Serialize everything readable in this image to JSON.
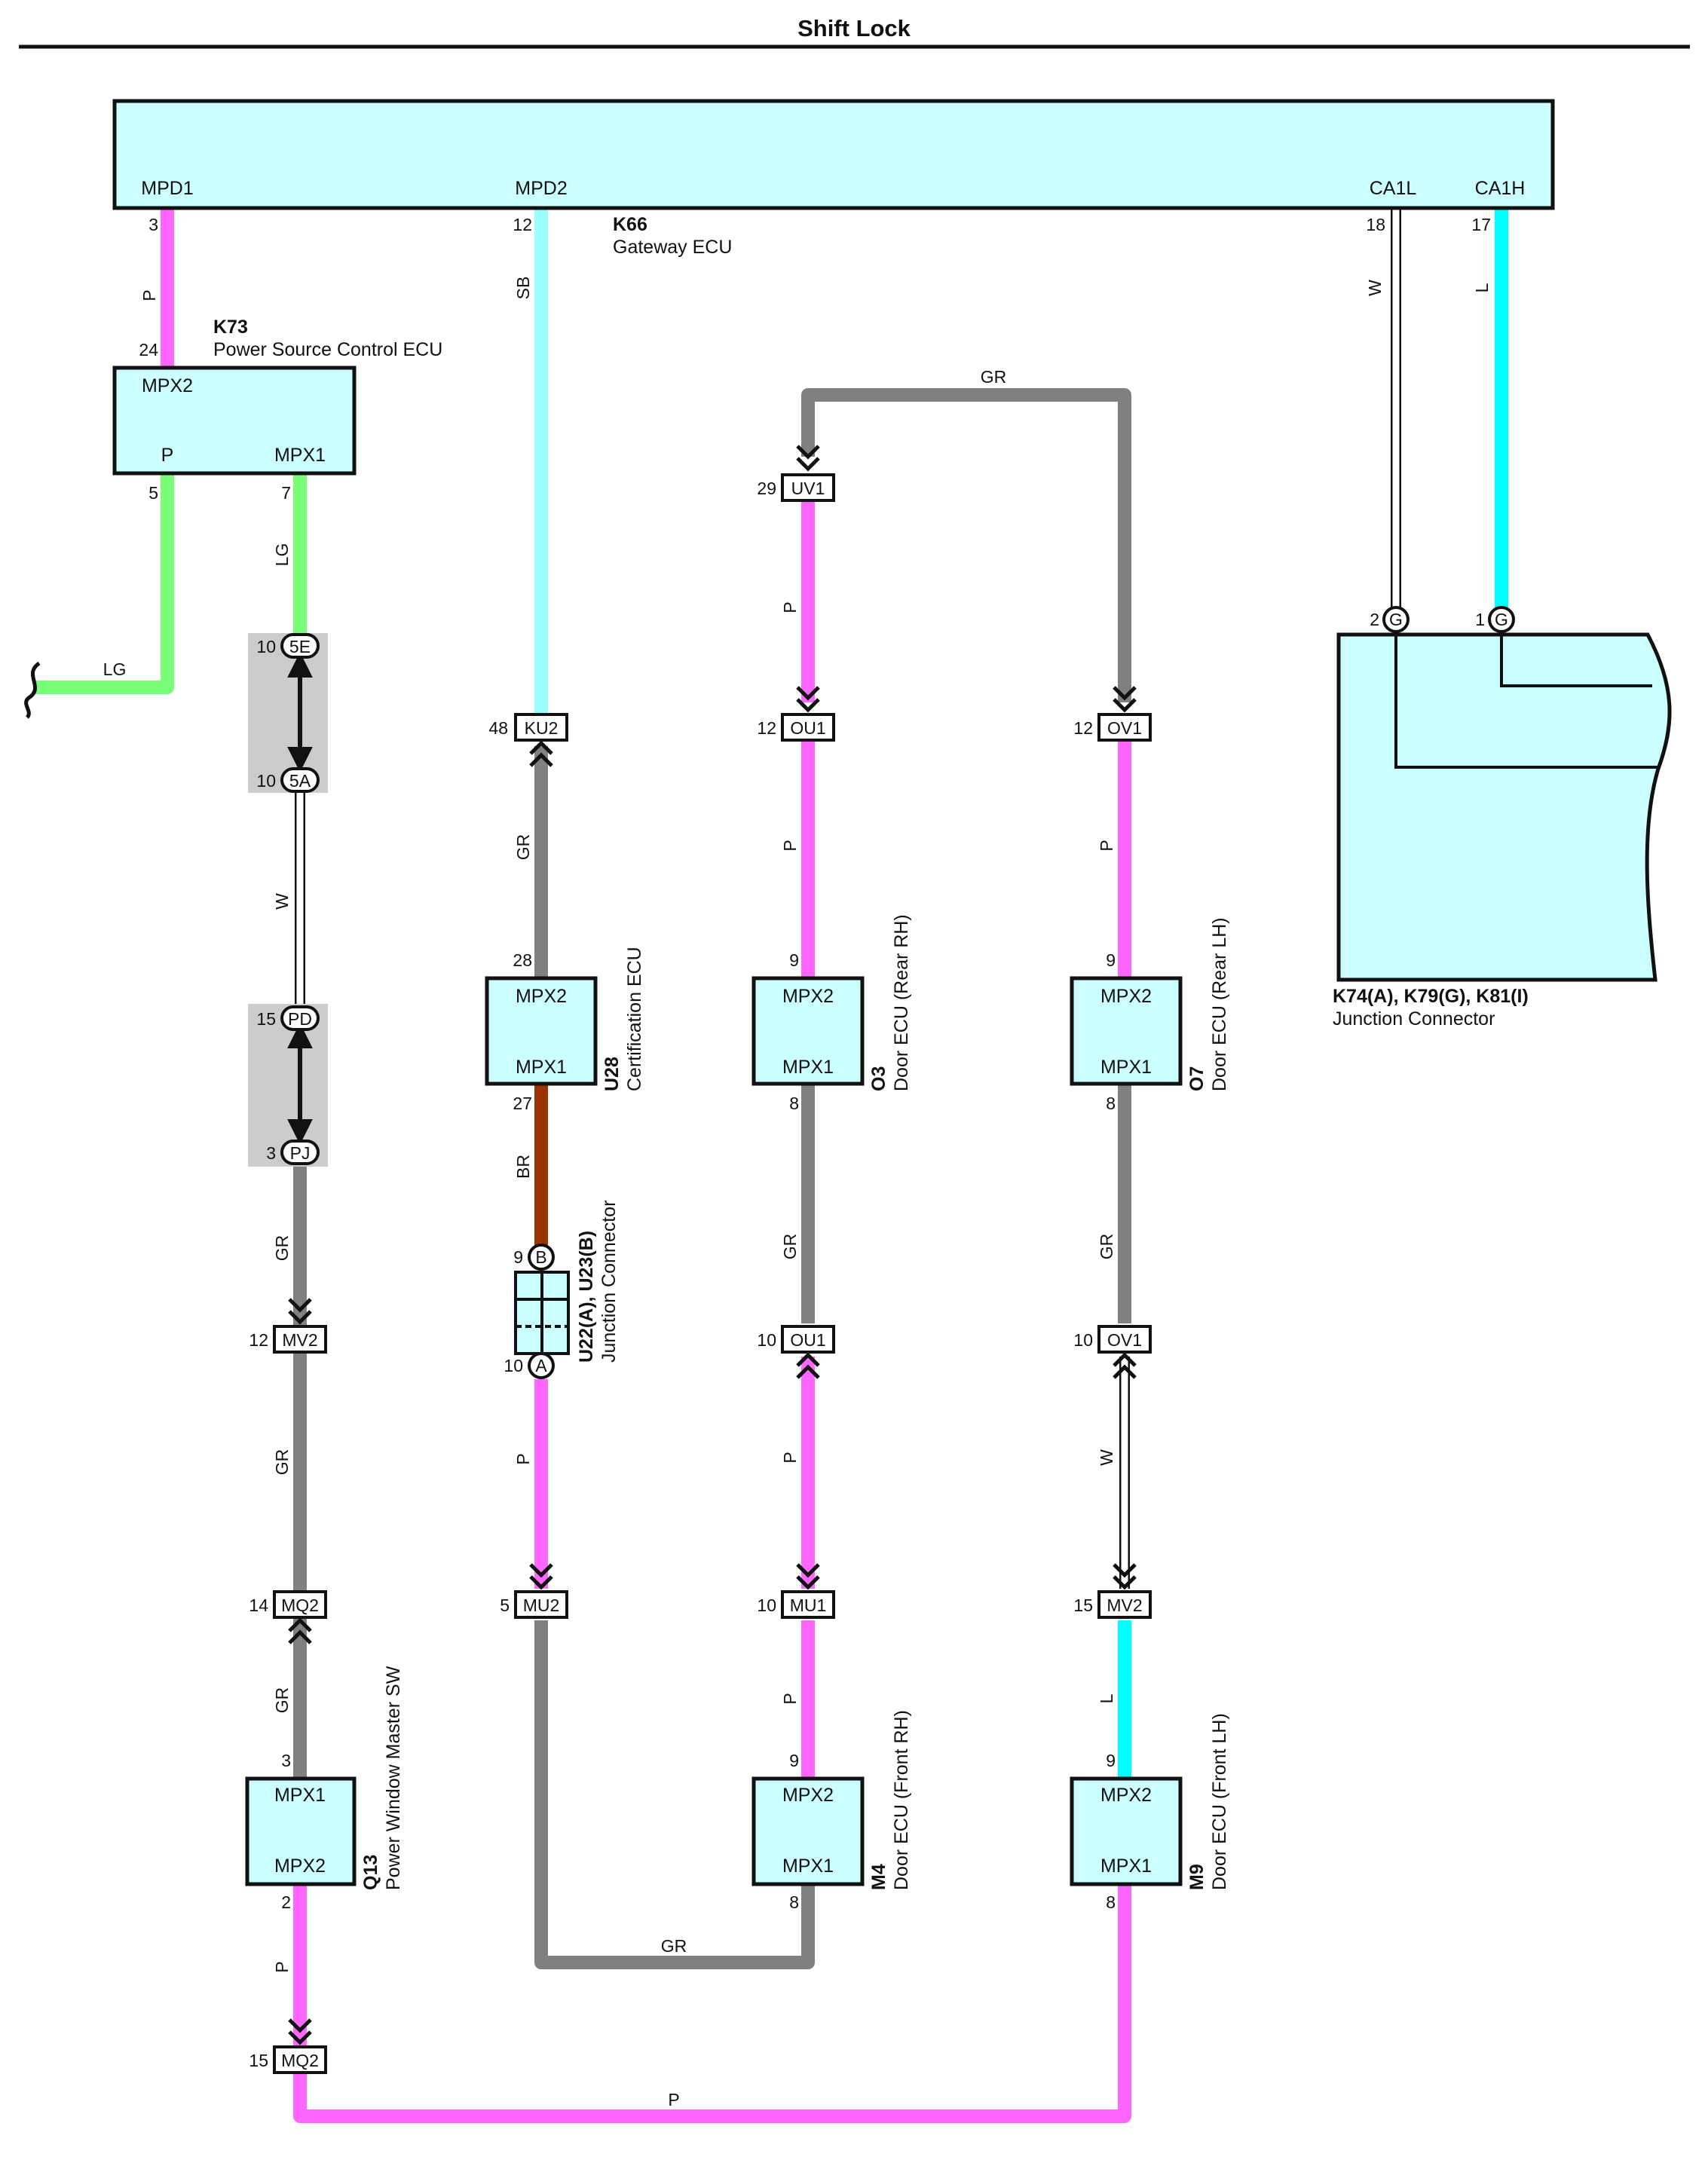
{
  "title": "Shift Lock",
  "colors": {
    "P": "#ff66ff",
    "SB": "#99ffff",
    "LG": "#77ff77",
    "W": "#ffffff",
    "L": "#00ffff",
    "GR": "#808080",
    "BR": "#993300",
    "component_fill": "#ccffff",
    "shield_fill": "#cccccc"
  },
  "components": {
    "k66": {
      "code": "K66",
      "name": "Gateway ECU",
      "pins": [
        "MPD1",
        "MPD2",
        "CA1L",
        "CA1H"
      ]
    },
    "k73": {
      "code": "K73",
      "name": "Power Source Control ECU",
      "pins": [
        "MPX2",
        "P",
        "MPX1"
      ]
    },
    "u28": {
      "code": "U28",
      "name": "Certification ECU",
      "pins": [
        "MPX2",
        "MPX1"
      ]
    },
    "o3": {
      "code": "O3",
      "name": "Door ECU (Rear RH)",
      "pins": [
        "MPX2",
        "MPX1"
      ]
    },
    "o7": {
      "code": "O7",
      "name": "Door ECU (Rear LH)",
      "pins": [
        "MPX2",
        "MPX1"
      ]
    },
    "m4": {
      "code": "M4",
      "name": "Door ECU (Front RH)",
      "pins": [
        "MPX2",
        "MPX1"
      ]
    },
    "m9": {
      "code": "M9",
      "name": "Door ECU (Front LH)",
      "pins": [
        "MPX2",
        "MPX1"
      ]
    },
    "q13": {
      "code": "Q13",
      "name": "Power Window Master SW",
      "pins": [
        "MPX1",
        "MPX2"
      ]
    },
    "u22": {
      "code": "U22(A), U23(B)",
      "name": "Junction Connector"
    },
    "k74": {
      "code": "K74(A), K79(G), K81(I)",
      "name": "Junction Connector"
    }
  },
  "connectors": {
    "uv1": "UV1",
    "ou1_top": "OU1",
    "ov1_top": "OV1",
    "ku2": "KU2",
    "e5": "5E",
    "a5": "5A",
    "pd": "PD",
    "pj": "PJ",
    "mv2_left": "MV2",
    "mq2_mid": "MQ2",
    "mq2_bottom": "MQ2",
    "ou1_bottom": "OU1",
    "ov1_bottom": "OV1",
    "mu2": "MU2",
    "mu1": "MU1",
    "mv2_right": "MV2",
    "b": "B",
    "a": "A",
    "g1": "G",
    "g2": "G"
  },
  "pins": {
    "k66_mpd1": "3",
    "k66_mpd2": "12",
    "k66_ca1l": "18",
    "k66_ca1h": "17",
    "k73_mpx2": "24",
    "k73_p": "5",
    "k73_mpx1": "7",
    "e5": "10",
    "a5": "10",
    "pd": "15",
    "pj": "3",
    "mv2_left": "12",
    "mq2_mid": "14",
    "q13_mpx1": "3",
    "q13_mpx2": "2",
    "mq2_bottom": "15",
    "ku2": "48",
    "u28_mpx2": "28",
    "u28_mpx1": "27",
    "b": "9",
    "a": "10",
    "mu2": "5",
    "uv1": "29",
    "ou1_top": "12",
    "o3_mpx2": "9",
    "o3_mpx1": "8",
    "ou1_bottom": "10",
    "mu1": "10",
    "m4_mpx2": "9",
    "m4_mpx1": "8",
    "ov1_top": "12",
    "o7_mpx2": "9",
    "o7_mpx1": "8",
    "ov1_bottom": "10",
    "mv2_right": "15",
    "m9_mpx2": "9",
    "m9_mpx1": "8",
    "g2": "2",
    "g1": "1"
  },
  "wire_labels": {
    "mpd1": "P",
    "mpd2": "SB",
    "ca1l": "W",
    "ca1h": "L",
    "k73_mpx1": "LG",
    "k73_p": "LG",
    "w_5a_pd": "W",
    "gr_pj_mv2": "GR",
    "gr_mv2_mq2": "GR",
    "gr_mq2_q13": "GR",
    "p_q13_mq2": "P",
    "p_bottom": "P",
    "gr_ku2_u28": "GR",
    "br_u28_b": "BR",
    "p_a_mu2": "P",
    "gr_bottom_mid": "GR",
    "gr_top": "GR",
    "p_uv1_ou1": "P",
    "p_ou1_o3": "P",
    "gr_o3_ou1": "GR",
    "p_ou1_mu1": "P",
    "p_mu1_m4": "P",
    "p_ov1_o7": "P",
    "gr_o7_ov1": "GR",
    "w_ov1_mv2": "W",
    "l_mv2_m9": "L"
  }
}
